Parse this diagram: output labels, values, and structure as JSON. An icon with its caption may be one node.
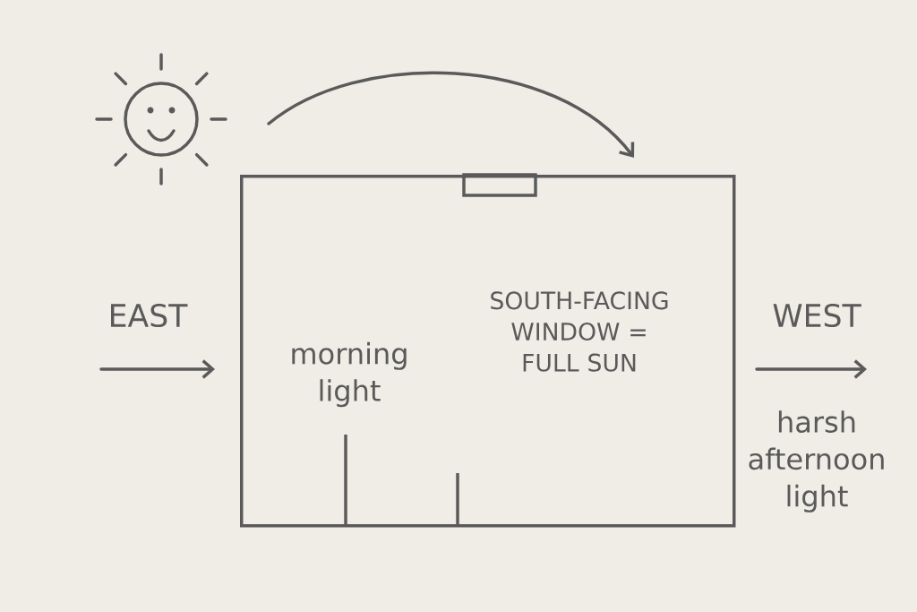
{
  "diagram": {
    "nodes": [
      {
        "text": [
          "morning light",
          "SOUTH-FACING WINDOW = FULL SUN"
        ]
      }
    ],
    "labels": [
      "EAST",
      "WEST",
      "harsh afternoon light"
    ]
  }
}
